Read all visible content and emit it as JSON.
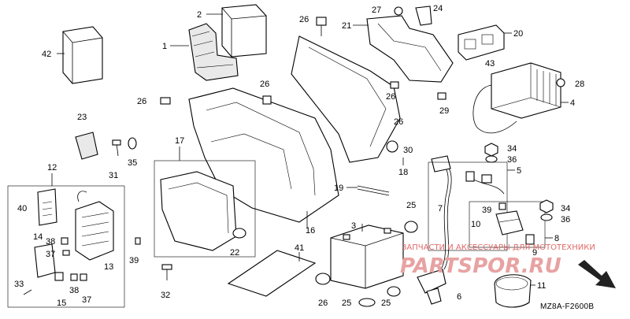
{
  "diagram_code": "MZ8A-F2600B",
  "direction_marker": "FR.",
  "watermark": {
    "line1": "ЗАПЧАСТИ И АКСЕССУАРЫ ДЛЯ МОТОТЕХНИКИ",
    "line2": "PARTSPOR.RU"
  },
  "callouts": [
    "1",
    "2",
    "3",
    "4",
    "5",
    "6",
    "7",
    "8",
    "9",
    "10",
    "11",
    "12",
    "13",
    "14",
    "15",
    "16",
    "17",
    "18",
    "19",
    "20",
    "21",
    "22",
    "23",
    "24",
    "25",
    "26",
    "27",
    "28",
    "29",
    "30",
    "31",
    "32",
    "33",
    "34",
    "35",
    "36",
    "37",
    "38",
    "39",
    "40",
    "41",
    "42",
    "43"
  ],
  "colors": {
    "line": "#000000",
    "watermark": "#e06a6a",
    "arrow_fill": "#222222"
  }
}
